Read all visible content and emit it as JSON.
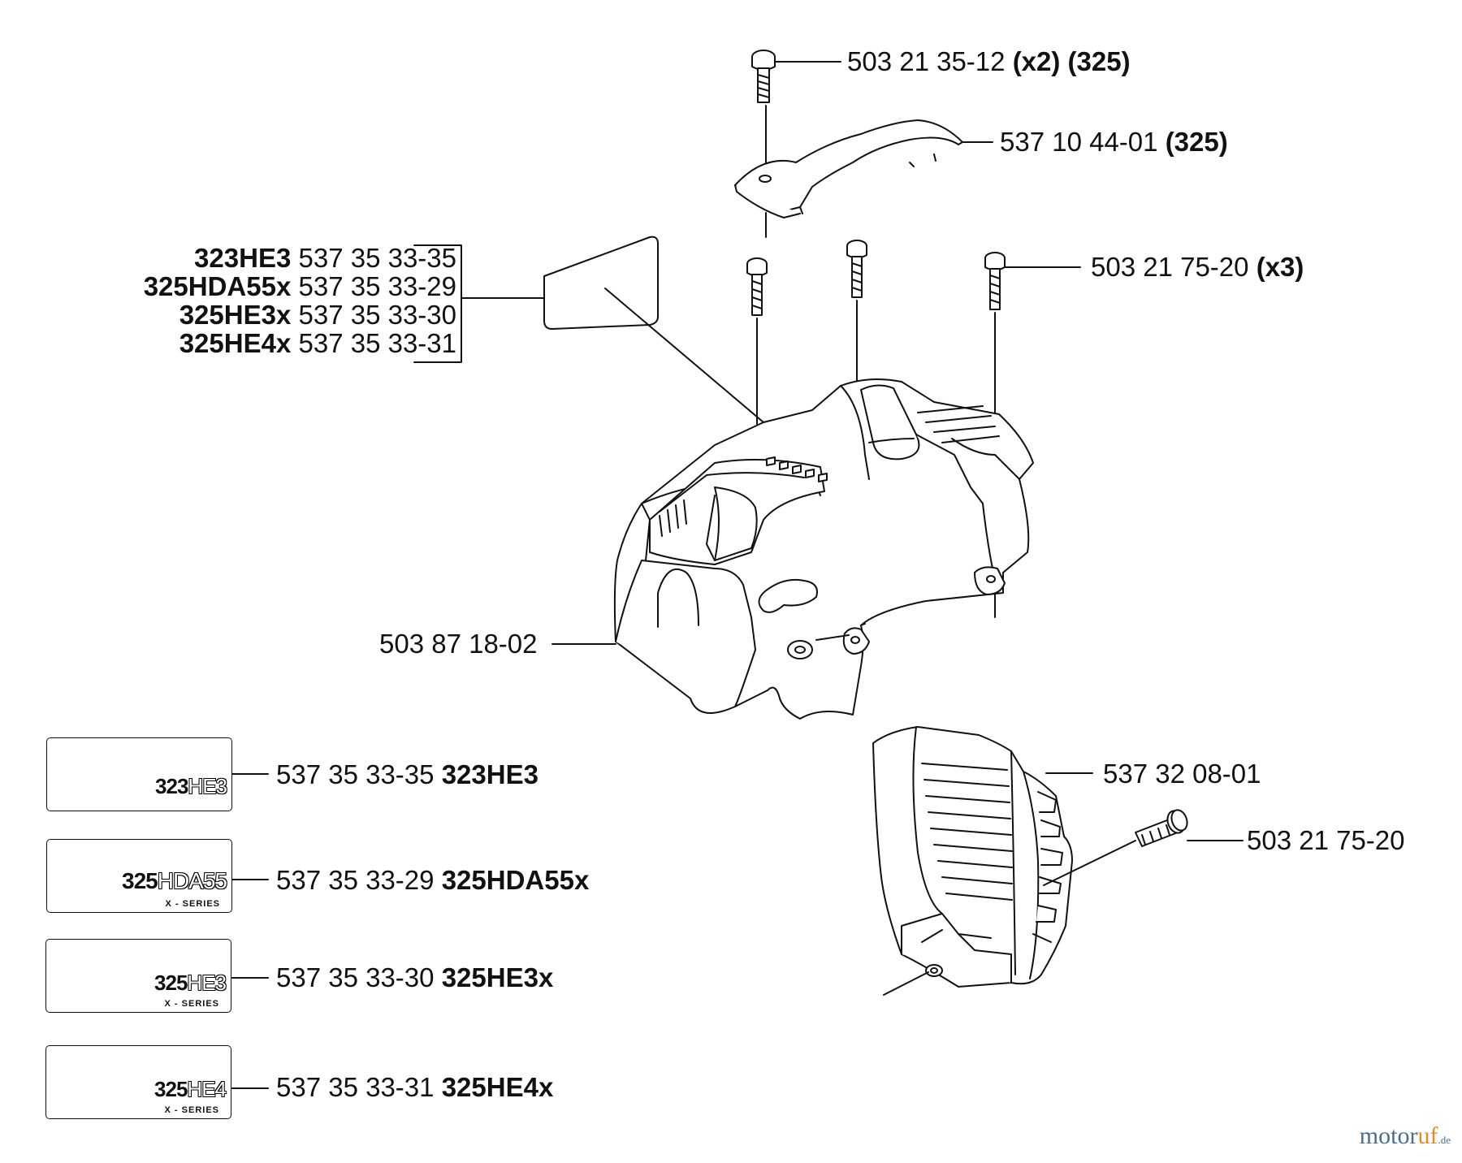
{
  "labels": {
    "screw_top": {
      "num": "503 21 35-12",
      "bold": "(x2) (325)"
    },
    "handle_cover": {
      "num": "537 10 44-01",
      "bold": "(325)"
    },
    "screws_x3": {
      "num": "503 21 75-20",
      "bold": "(x3)"
    },
    "housing": {
      "num": "503 87 18-02"
    },
    "side_cover": {
      "num": "537 32 08-01"
    },
    "screw_side": {
      "num": "503 21 75-20"
    }
  },
  "decal_group": [
    {
      "model": "323HE3",
      "part": "537 35 33-35"
    },
    {
      "model": "325HDA55x",
      "part": "537 35 33-29"
    },
    {
      "model": "325HE3x",
      "part": "537 35 33-30"
    },
    {
      "model": "325HE4x",
      "part": "537 35 33-31"
    }
  ],
  "decals": [
    {
      "part": "537 35 33-35",
      "model": "323HE3",
      "logo_bold": "323",
      "logo_thin": "HE3",
      "logo_series": ""
    },
    {
      "part": "537 35 33-29",
      "model": "325HDA55x",
      "logo_bold": "325",
      "logo_thin": "HDA55",
      "logo_series": "X - SERIES"
    },
    {
      "part": "537 35 33-30",
      "model": "325HE3x",
      "logo_bold": "325",
      "logo_thin": "HE3",
      "logo_series": "X - SERIES"
    },
    {
      "part": "537 35 33-31",
      "model": "325HE4x",
      "logo_bold": "325",
      "logo_thin": "HE4",
      "logo_series": "X - SERIES"
    }
  ],
  "watermark": {
    "main": "motor",
    "accent": "uf",
    "tld": ".de"
  }
}
